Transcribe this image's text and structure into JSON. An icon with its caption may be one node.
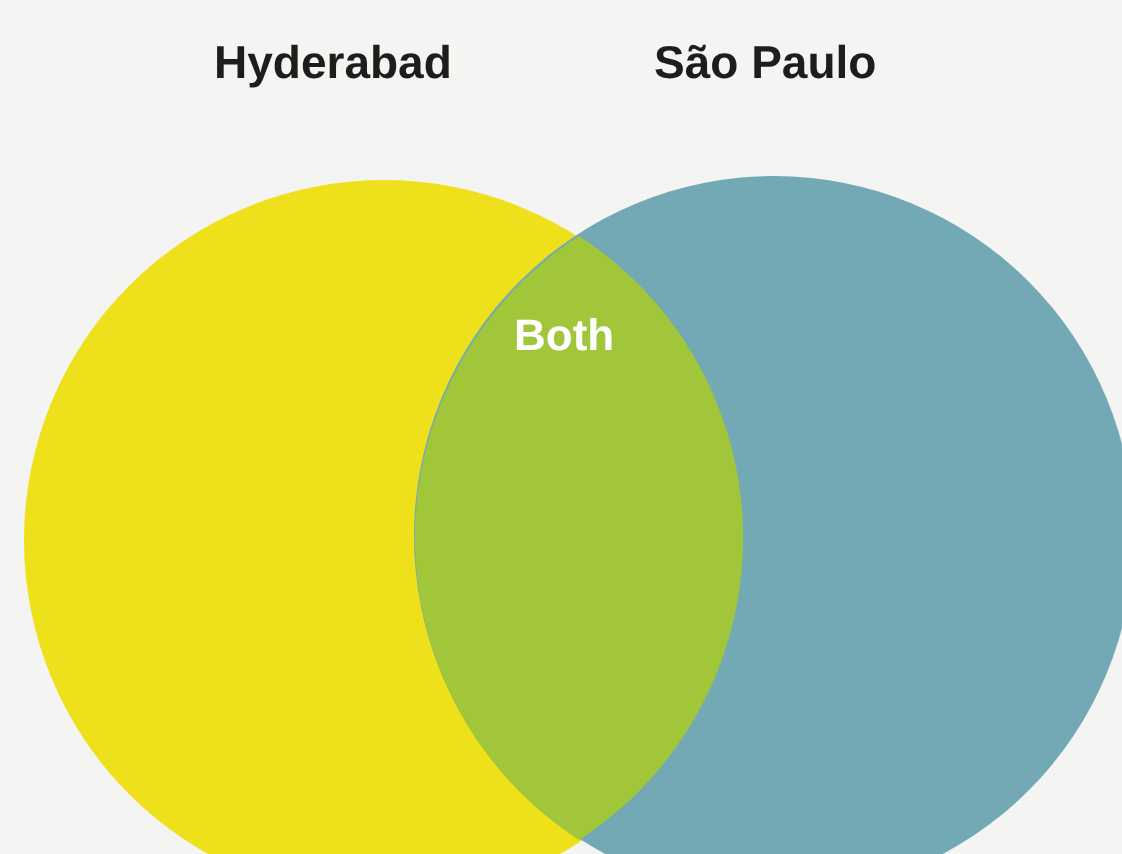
{
  "diagram": {
    "nodes": [
      {
        "text": [
          "Hyderabad"
        ]
      },
      {
        "text": [
          "São Paulo"
        ]
      },
      {
        "text": [
          "Both"
        ]
      }
    ],
    "edges": []
  }
}
